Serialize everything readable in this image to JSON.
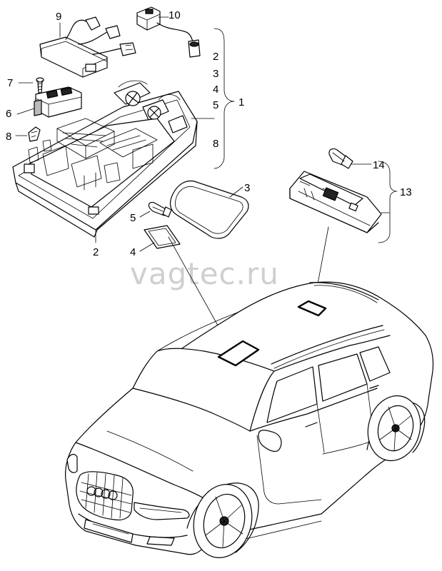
{
  "watermark": "vagtec.ru",
  "callouts": {
    "c1": "1",
    "c2": "2",
    "c2b": "2",
    "c3": "3",
    "c3b": "3",
    "c4": "4",
    "c4b": "4",
    "c5": "5",
    "c5b": "5",
    "c6": "6",
    "c7": "7",
    "c8": "8",
    "c8b": "8",
    "c9": "9",
    "c10": "10",
    "c13": "13",
    "c14": "14"
  }
}
